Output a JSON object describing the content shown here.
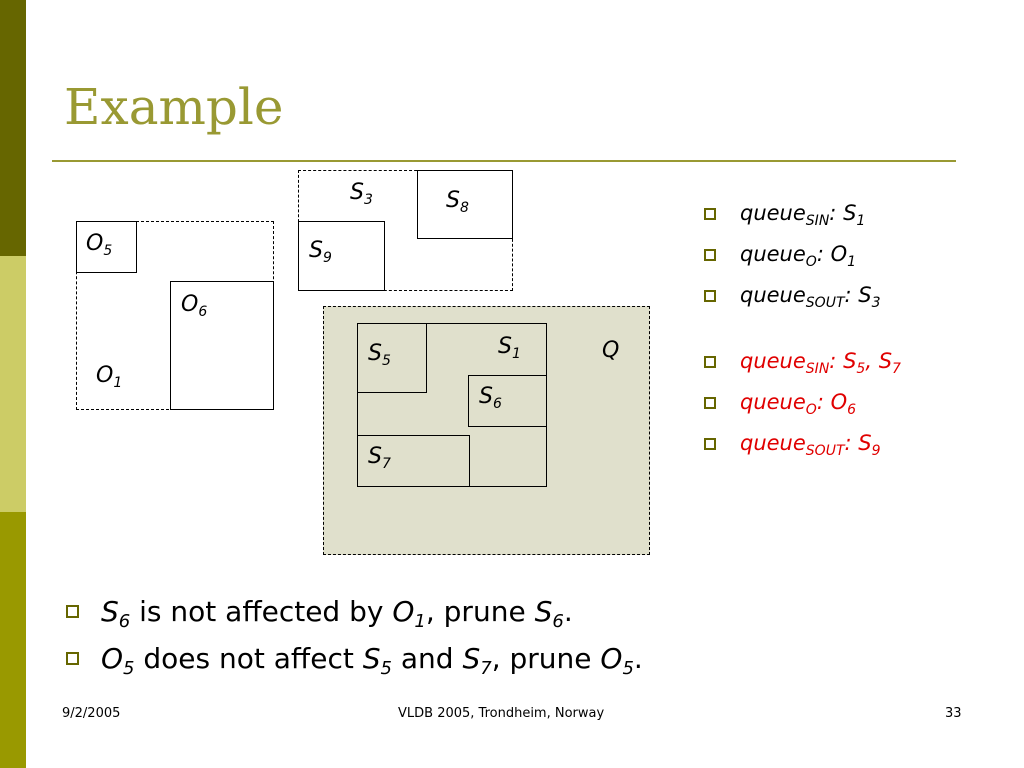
{
  "title": "Example",
  "diagram": {
    "left_group": {
      "outer": "O",
      "outer_sub": "1",
      "inner_a": "O",
      "inner_a_sub": "5",
      "inner_b": "O",
      "inner_b_sub": "6"
    },
    "top_group": {
      "outer": "S",
      "outer_sub": "3",
      "inner_a": "S",
      "inner_a_sub": "8",
      "inner_b": "S",
      "inner_b_sub": "9"
    },
    "query_group": {
      "query": "Q",
      "outer": "S",
      "outer_sub": "1",
      "inner_a": "S",
      "inner_a_sub": "5",
      "inner_b": "S",
      "inner_b_sub": "6",
      "inner_c": "S",
      "inner_c_sub": "7"
    }
  },
  "queues_first": [
    {
      "name": "queue",
      "sub": "SIN",
      "sep": ": ",
      "value": "S",
      "value_sub": "1"
    },
    {
      "name": "queue",
      "sub": "O",
      "sep": ": ",
      "value": "O",
      "value_sub": "1"
    },
    {
      "name": "queue",
      "sub": "SOUT",
      "sep": ": ",
      "value": "S",
      "value_sub": "3"
    }
  ],
  "queues_second": [
    {
      "name": "queue",
      "sub": "SIN",
      "sep": ": ",
      "value": "S",
      "value_sub": "5",
      "sep2": ", ",
      "value2": "S",
      "value2_sub": "7"
    },
    {
      "name": "queue",
      "sub": "O",
      "sep": ": ",
      "value": "O",
      "value_sub": "6"
    },
    {
      "name": "queue",
      "sub": "SOUT",
      "sep": ": ",
      "value": "S",
      "value_sub": "9"
    }
  ],
  "colors": {
    "accent": "#999933",
    "highlight": "#e00000",
    "bullet": "#666600",
    "query_fill": "#e0e0cc"
  },
  "bottom_bullets": [
    {
      "a": "S",
      "a_sub": "6",
      "t1": " is not affected by ",
      "b": "O",
      "b_sub": "1",
      "t2": ", prune ",
      "c": "S",
      "c_sub": "6",
      "t3": "."
    },
    {
      "a": "O",
      "a_sub": "5",
      "t1": " does not affect ",
      "b": "S",
      "b_sub": "5",
      "t2": " and ",
      "c": "S",
      "c_sub": "7",
      "t3": ", prune ",
      "d": "O",
      "d_sub": "5",
      "t4": "."
    }
  ],
  "footer": {
    "date": "9/2/2005",
    "venue": "VLDB 2005, Trondheim, Norway",
    "page": "33"
  }
}
